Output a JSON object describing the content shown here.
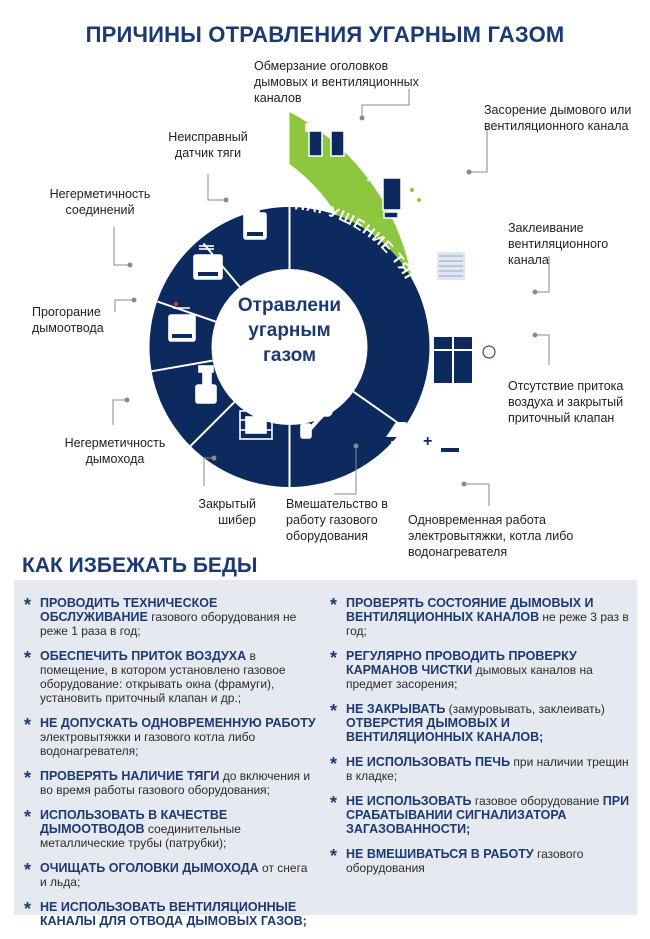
{
  "title": "ПРИЧИНЫ ОТРАВЛЕНИЯ УГАРНЫМ ГАЗОМ",
  "center": {
    "line1": "Отравлени",
    "line2": "угарным",
    "line3": "газом"
  },
  "arc_label": "НАРУШЕНИЕ ТЯГИ",
  "colors": {
    "navy": "#0d2a5e",
    "green": "#8dc63f",
    "title_blue": "#1b3a73",
    "panel": "#e6eaf0"
  },
  "causes": {
    "c1": "Обмерзание оголовков дымовых и вентиляционных каналов",
    "c2": "Засорение дымового или вентиляционного канала",
    "c3": "Заклеивание вентиляционного канала",
    "c4": "Отсутствие притока воздуха и закрытый приточный клапан",
    "c5": "Одновременная работа электровытяжки, котла либо водонагревателя",
    "c6": "Вмешательство в работу газового оборудования",
    "c7": "Закрытый шибер",
    "c8": "Негерметичность дымохода",
    "c9": "Прогорание дымоотвода",
    "c10": "Негерметичность соединений",
    "c11": "Неисправный датчик тяги"
  },
  "prevention_title": "КАК ИЗБЕЖАТЬ БЕДЫ",
  "tips_left": [
    {
      "bold": "ПРОВОДИТЬ ТЕХНИЧЕСКОЕ ОБСЛУЖИВАНИЕ",
      "text": " газового оборудования не реже 1 раза в год;",
      "bold2": "",
      "text2": ""
    },
    {
      "bold": "ОБЕСПЕЧИТЬ ПРИТОК ВОЗДУХА",
      "text": " в помещение, в котором установлено газовое оборудование: открывать окна (фрамуги), установить приточный клапан и др.;",
      "bold2": "",
      "text2": ""
    },
    {
      "bold": "НЕ ДОПУСКАТЬ ОДНОВРЕМЕННУЮ РАБОТУ",
      "text": " электровытяжки и газового котла либо водонагревателя;",
      "bold2": "",
      "text2": ""
    },
    {
      "bold": "ПРОВЕРЯТЬ НАЛИЧИЕ ТЯГИ",
      "text": " до включения и во время работы газового оборудования;",
      "bold2": "",
      "text2": ""
    },
    {
      "bold": "ИСПОЛЬЗОВАТЬ В КАЧЕСТВЕ ДЫМООТВОДОВ",
      "text": " соединительные металлические трубы (патрубки);",
      "bold2": "",
      "text2": ""
    },
    {
      "bold": "ОЧИЩАТЬ ОГОЛОВКИ ДЫМОХОДА",
      "text": " от снега и льда;",
      "bold2": "",
      "text2": ""
    },
    {
      "bold": "НЕ ИСПОЛЬЗОВАТЬ ВЕНТИЛЯЦИОННЫЕ КАНАЛЫ ДЛЯ ОТВОДА ДЫМОВЫХ ГАЗОВ;",
      "text": "",
      "bold2": "",
      "text2": ""
    }
  ],
  "tips_right": [
    {
      "bold": "ПРОВЕРЯТЬ СОСТОЯНИЕ ДЫМОВЫХ И ВЕНТИЛЯЦИОННЫХ КАНАЛОВ",
      "text": " не реже 3 раз в год;",
      "bold2": "",
      "text2": ""
    },
    {
      "bold": "РЕГУЛЯРНО ПРОВОДИТЬ ПРОВЕРКУ КАРМАНОВ ЧИСТКИ",
      "text": " дымовых каналов на предмет засорения;",
      "bold2": "",
      "text2": ""
    },
    {
      "bold": "НЕ ЗАКРЫВАТЬ",
      "text": " (замуровывать, заклеивать) ",
      "bold2": "ОТВЕРСТИЯ ДЫМОВЫХ И ВЕНТИЛЯЦИОННЫХ КАНАЛОВ;",
      "text2": ""
    },
    {
      "bold": "НЕ ИСПОЛЬЗОВАТЬ ПЕЧЬ",
      "text": " при наличии трещин в кладке;",
      "bold2": "",
      "text2": ""
    },
    {
      "bold": "НЕ ИСПОЛЬЗОВАТЬ",
      "text": " газовое оборудование ",
      "bold2": "ПРИ СРАБАТЫВАНИИ СИГНАЛИЗАТОРА ЗАГАЗОВАННОСТИ;",
      "text2": ""
    },
    {
      "bold": "НЕ ВМЕШИВАТЬСЯ В РАБОТУ",
      "text": " газового оборудования",
      "bold2": "",
      "text2": ""
    }
  ]
}
